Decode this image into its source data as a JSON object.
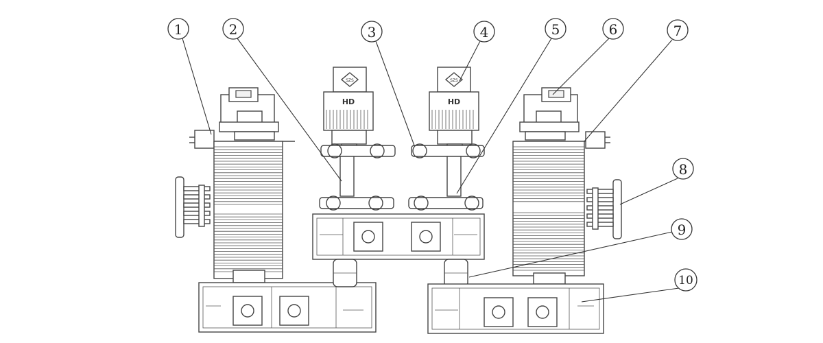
{
  "callouts": [
    {
      "label": "1"
    },
    {
      "label": "2"
    },
    {
      "label": "3"
    },
    {
      "label": "4"
    },
    {
      "label": "5"
    },
    {
      "label": "6"
    },
    {
      "label": "7"
    },
    {
      "label": "8"
    },
    {
      "label": "9"
    },
    {
      "label": "10"
    }
  ],
  "motor_plate_text": "HD",
  "motor_badge_text": "SZS"
}
